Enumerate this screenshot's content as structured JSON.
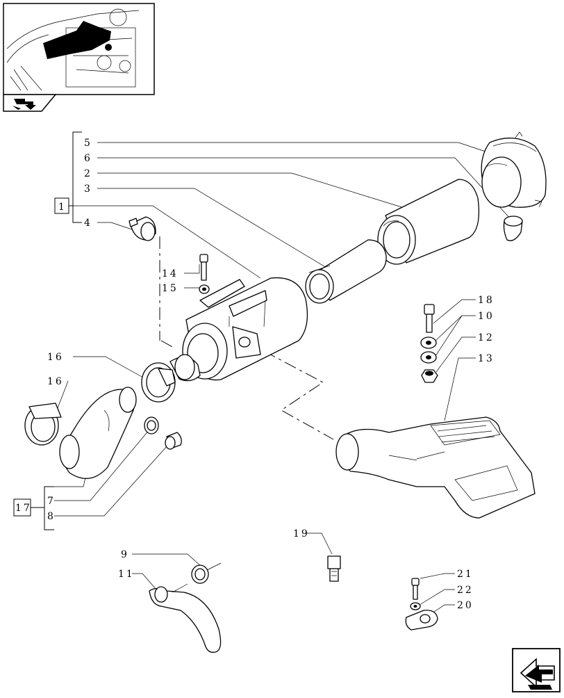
{
  "callouts": {
    "c1": "1",
    "c2": "2",
    "c3": "3",
    "c4": "4",
    "c5": "5",
    "c6": "6",
    "c7": "7",
    "c8": "8",
    "c9": "9",
    "c10": "10",
    "c11": "11",
    "c12": "12",
    "c13": "13",
    "c14": "14",
    "c15": "15",
    "c16a": "16",
    "c16b": "16",
    "c17": "17",
    "c18": "18",
    "c19": "19",
    "c20": "20",
    "c21": "21",
    "c22": "22"
  },
  "icons": {
    "thumbnail": "engine-locator-thumbnail",
    "section_marker": "book-arrow-icon",
    "nav": "next-page-arrow-icon"
  }
}
